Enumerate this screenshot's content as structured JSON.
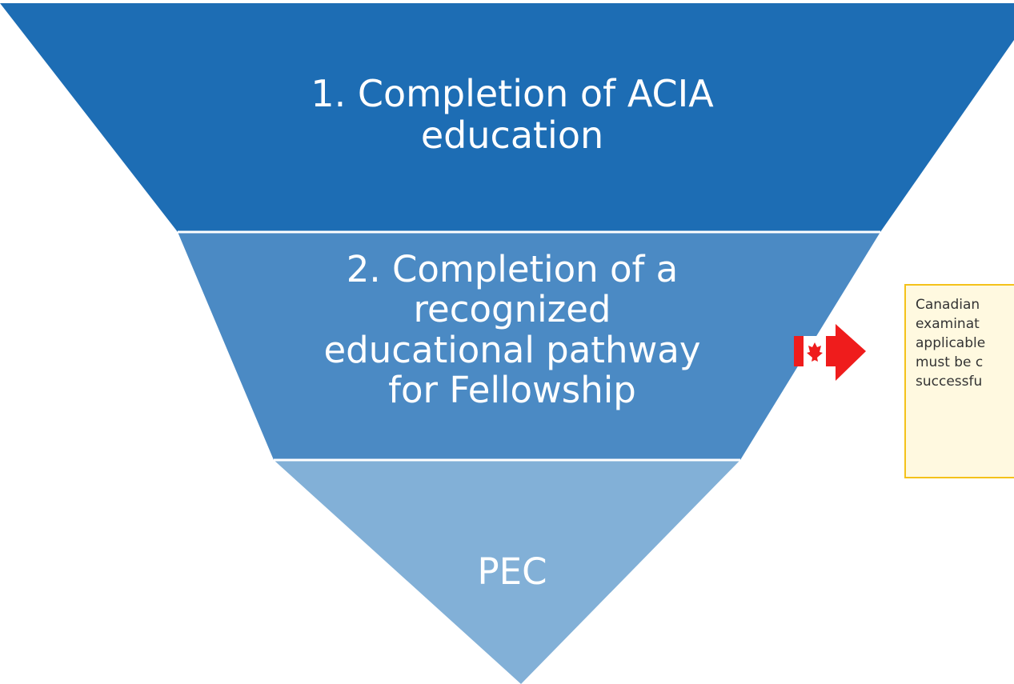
{
  "colors": {
    "tier1": "#1d6db4",
    "tier2": "#4b8ac4",
    "tier3": "#82b0d7",
    "arrow": "#ef1c1c",
    "callout_border": "#f4c21a",
    "callout_fill": "#fff9e0"
  },
  "tiers": [
    {
      "lines": [
        "1. Completion of ACIA",
        "education"
      ]
    },
    {
      "lines": [
        "2. Completion of a",
        "recognized",
        "educational pathway",
        "for Fellowship"
      ]
    },
    {
      "lines": [
        "PEC"
      ]
    }
  ],
  "flag_icon": "canada-flag-icon",
  "arrow_icon": "arrow-right-icon",
  "callout": {
    "lines": [
      "Canadian",
      "examinat",
      "applicable",
      "must be c",
      "successfu"
    ]
  }
}
